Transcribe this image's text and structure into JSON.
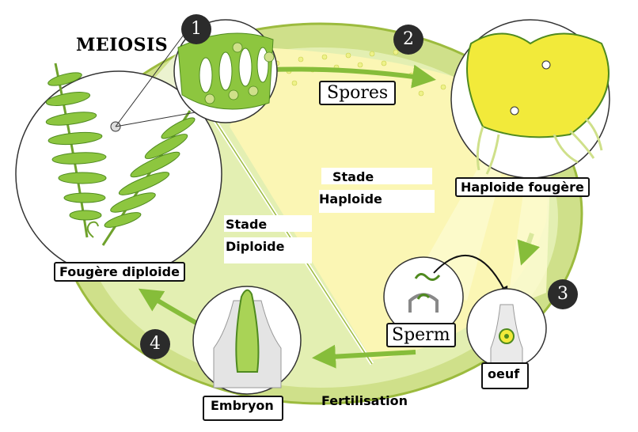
{
  "labels": {
    "meiosis": "MEIOSIS",
    "spores": "Spores",
    "haploid_stage_line1": "Stade",
    "haploid_stage_line2": "Haploide",
    "diploid_stage_line1": "Stade",
    "diploid_stage_line2": "Diploide",
    "haploid_fern": "Haploide fougère",
    "diploid_fern": "Fougère diploide",
    "sperm": "Sperm",
    "egg": "oeuf",
    "embryo": "Embryon",
    "fertilisation": "Fertilisation"
  },
  "steps": [
    "1",
    "2",
    "3",
    "4"
  ],
  "colors": {
    "haploid_region": "#fbf6b4",
    "diploid_region": "#e3efb2",
    "ring": "#cfe08a",
    "ring_edge": "#9cbb3e",
    "plant_green": "#8dc63f",
    "dark_green": "#4f8a1f",
    "prothallus_yellow": "#f2ea3a",
    "arrow_green": "#86bd3a"
  }
}
